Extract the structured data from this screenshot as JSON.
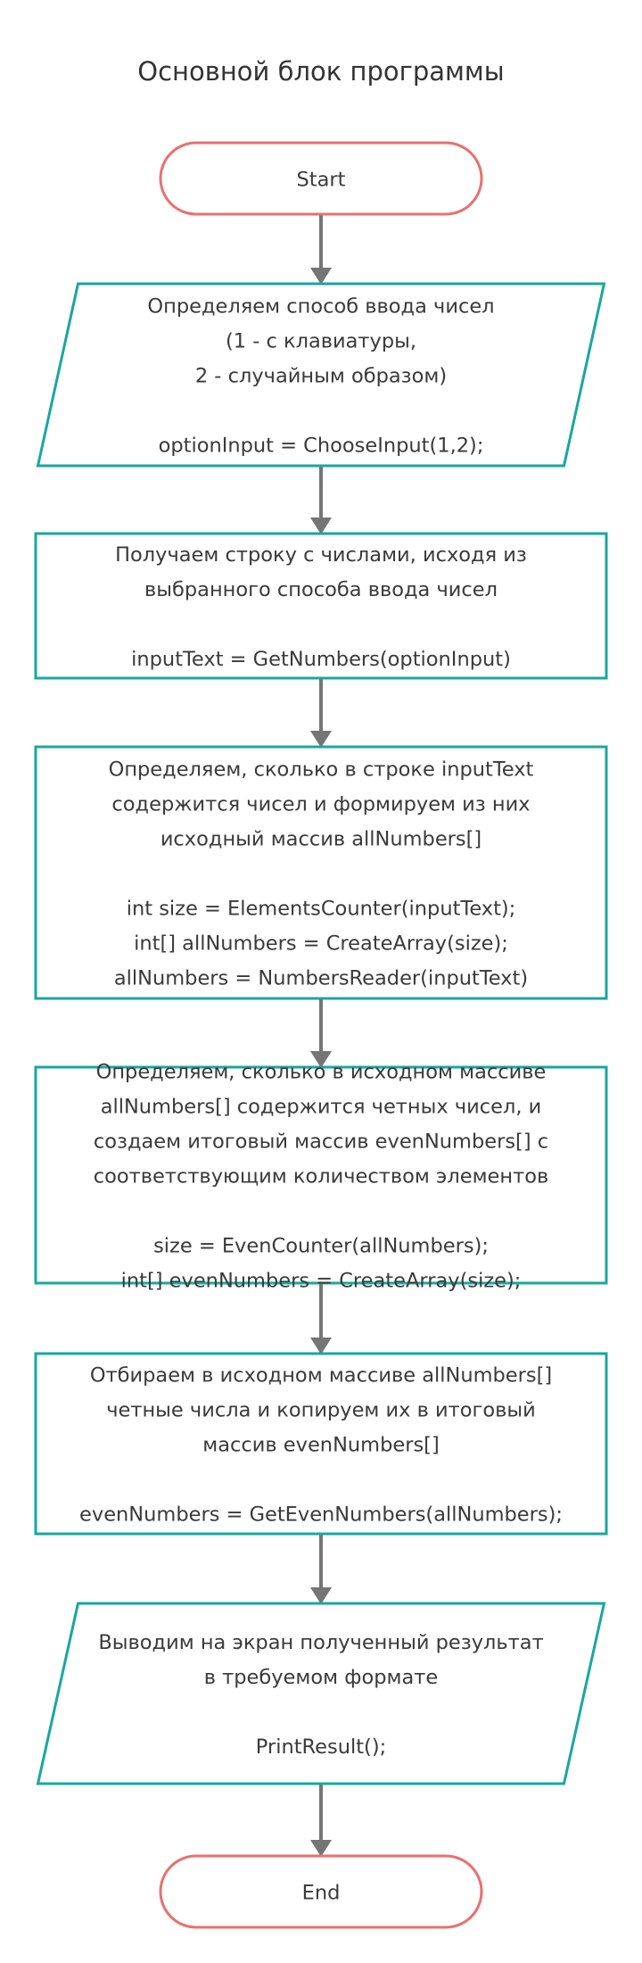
{
  "title": "Основной блок программы",
  "nodes": [
    {
      "id": "start",
      "shape": "terminal",
      "lines": [
        "Start"
      ]
    },
    {
      "id": "choose-input",
      "shape": "parallelogram",
      "lines": [
        "Определяем способ ввода чисел",
        "(1 - с клавиатуры,",
        "2 - случайным образом)",
        "",
        "optionInput = ChooseInput(1,2);"
      ]
    },
    {
      "id": "get-numbers",
      "shape": "process",
      "lines": [
        "Получаем строку с числами, исходя из",
        "выбранного способа ввода чисел",
        "",
        "inputText = GetNumbers(optionInput)"
      ]
    },
    {
      "id": "create-all-numbers",
      "shape": "process",
      "lines": [
        "Определяем, сколько в строке inputText",
        "содержится чисел и формируем из них",
        "исходный массив allNumbers[]",
        "",
        "int size = ElementsCounter(inputText);",
        "int[] allNumbers = CreateArray(size);",
        "allNumbers = NumbersReader(inputText)"
      ]
    },
    {
      "id": "create-even-array",
      "shape": "process",
      "lines": [
        "Определяем, сколько в исходном массиве",
        "allNumbers[] содержится четных чисел, и",
        "создаем итоговый массив evenNumbers[] с",
        "соответствующим количеством элементов",
        "",
        "size = EvenCounter(allNumbers);",
        "int[] evenNumbers = CreateArray(size);"
      ]
    },
    {
      "id": "copy-even",
      "shape": "process",
      "lines": [
        "Отбираем в исходном массиве allNumbers[]",
        "четные числа и копируем их в итоговый",
        "массив evenNumbers[]",
        "",
        "evenNumbers = GetEvenNumbers(allNumbers);"
      ]
    },
    {
      "id": "print-result",
      "shape": "parallelogram",
      "lines": [
        "Выводим на экран полученный результат",
        "в требуемом формате",
        "",
        "PrintResult();"
      ]
    },
    {
      "id": "end",
      "shape": "terminal",
      "lines": [
        "End"
      ]
    }
  ],
  "colors": {
    "terminal_stroke": "#e8716e",
    "box_stroke": "#1aa79c",
    "arrow": "#757575",
    "text": "#3a3a3a"
  }
}
